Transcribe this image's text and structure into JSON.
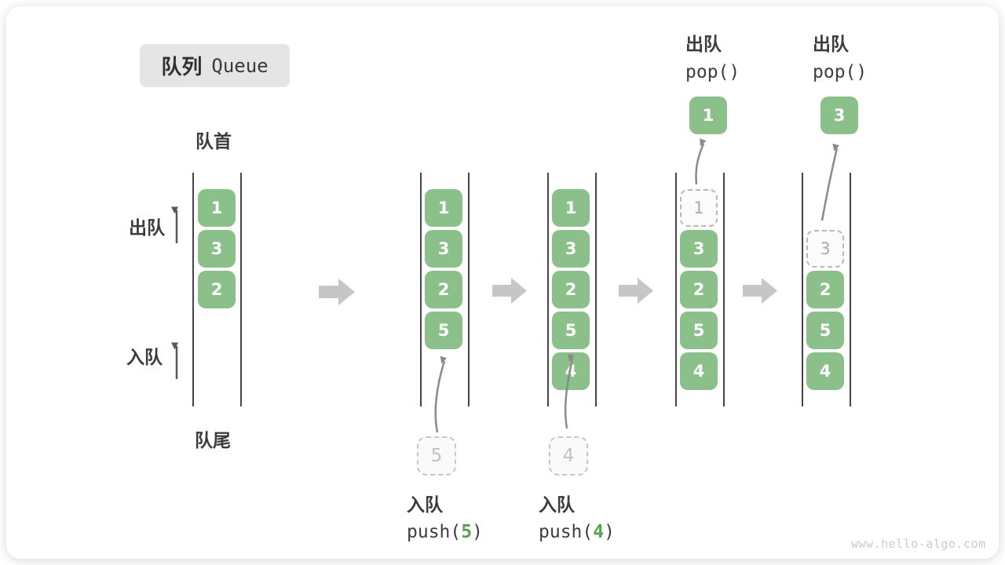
{
  "title": {
    "zh": "队列",
    "en": "Queue"
  },
  "side_labels": {
    "front": "队首",
    "rear": "队尾",
    "dequeue": "出队",
    "enqueue": "入队"
  },
  "columns": [
    {
      "slots": [
        {
          "value": "1"
        },
        {
          "value": "3"
        },
        {
          "value": "2"
        }
      ]
    },
    {
      "slots": [
        {
          "value": "1"
        },
        {
          "value": "3"
        },
        {
          "value": "2"
        },
        {
          "value": "5"
        }
      ],
      "staging": {
        "value": "5"
      },
      "caption": {
        "action": "入队",
        "code_prefix": "push(",
        "code_arg": "5",
        "code_suffix": ")"
      }
    },
    {
      "slots": [
        {
          "value": "1"
        },
        {
          "value": "3"
        },
        {
          "value": "2"
        },
        {
          "value": "5"
        },
        {
          "value": "4"
        }
      ],
      "staging": {
        "value": "4"
      },
      "caption": {
        "action": "入队",
        "code_prefix": "push(",
        "code_arg": "4",
        "code_suffix": ")"
      }
    },
    {
      "slots": [
        {
          "value": "1",
          "state": "dashed"
        },
        {
          "value": "3"
        },
        {
          "value": "2"
        },
        {
          "value": "5"
        },
        {
          "value": "4"
        }
      ],
      "popped": {
        "value": "1"
      },
      "header": {
        "action": "出队",
        "code": "pop()"
      }
    },
    {
      "slots": [
        {
          "value": "3",
          "state": "dashed"
        },
        {
          "value": "2"
        },
        {
          "value": "5"
        },
        {
          "value": "4"
        }
      ],
      "popped": {
        "value": "3"
      },
      "header": {
        "action": "出队",
        "code": "pop()"
      }
    }
  ],
  "watermark": "www.hello-algo.com",
  "colors": {
    "box_green": "#8cc08a",
    "code_arg_green": "#56a352",
    "block_arrow_gray": "#c6c6c6",
    "curved_arrow_gray": "#8a8a8a",
    "rail_dark": "#454545",
    "badge_gray": "#e5e5e5"
  }
}
